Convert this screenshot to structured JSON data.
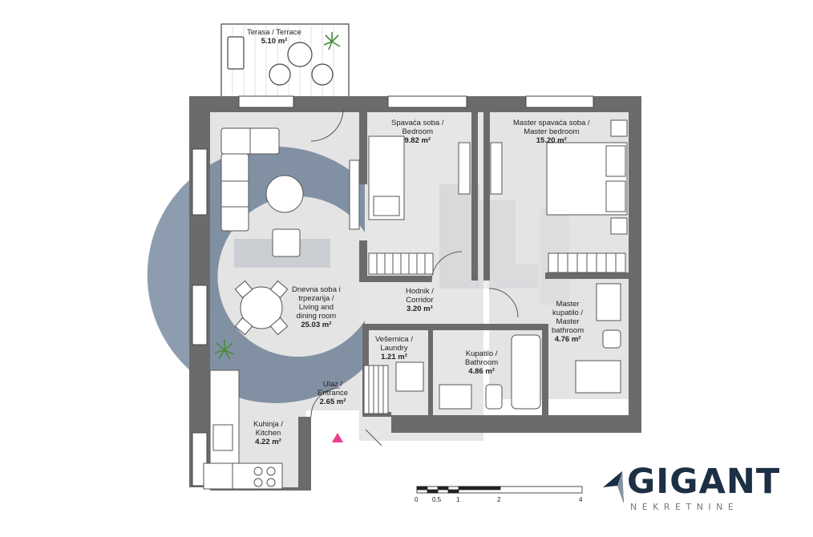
{
  "rooms": {
    "terrace": {
      "name": "Terasa / Terrace",
      "area": "5.10 m²"
    },
    "bedroom": {
      "name1": "Spavaća soba /",
      "name2": "Bedroom",
      "area": "9.82 m²"
    },
    "master_bedroom": {
      "name1": "Master spavaća soba /",
      "name2": "Master bedroom",
      "area": "15.20 m²"
    },
    "living": {
      "name1": "Dnevna soba i",
      "name2": "trpezarija /",
      "name3": "Living and",
      "name4": "dining room",
      "area": "25.03 m²"
    },
    "corridor": {
      "name1": "Hodnik /",
      "name2": "Corridor",
      "area": "3.20 m²"
    },
    "laundry": {
      "name1": "Vešernica /",
      "name2": "Laundry",
      "area": "1.21 m²"
    },
    "bathroom": {
      "name1": "Kupatilo /",
      "name2": "Bathroom",
      "area": "4.86 m²"
    },
    "master_bathroom": {
      "name1": "Master",
      "name2": "kupatilo /",
      "name3": "Master",
      "name4": "bathroom",
      "area": "4.76 m²"
    },
    "entrance": {
      "name1": "Ulaz /",
      "name2": "Entrance",
      "area": "2.65 m²"
    },
    "kitchen": {
      "name1": "Kuhinja /",
      "name2": "Kitchen",
      "area": "4.22 m²"
    }
  },
  "scale_bar": {
    "labels": [
      "0",
      "0.5",
      "1",
      "2",
      "4"
    ]
  },
  "brand": {
    "name": "GIGANT",
    "tagline": "NEKRETNINE"
  },
  "colors": {
    "wall": "#6b6b6b",
    "floor": "#e4e4e4",
    "watermark": "#2f4d6e",
    "entrance_marker": "#e83e8c"
  }
}
